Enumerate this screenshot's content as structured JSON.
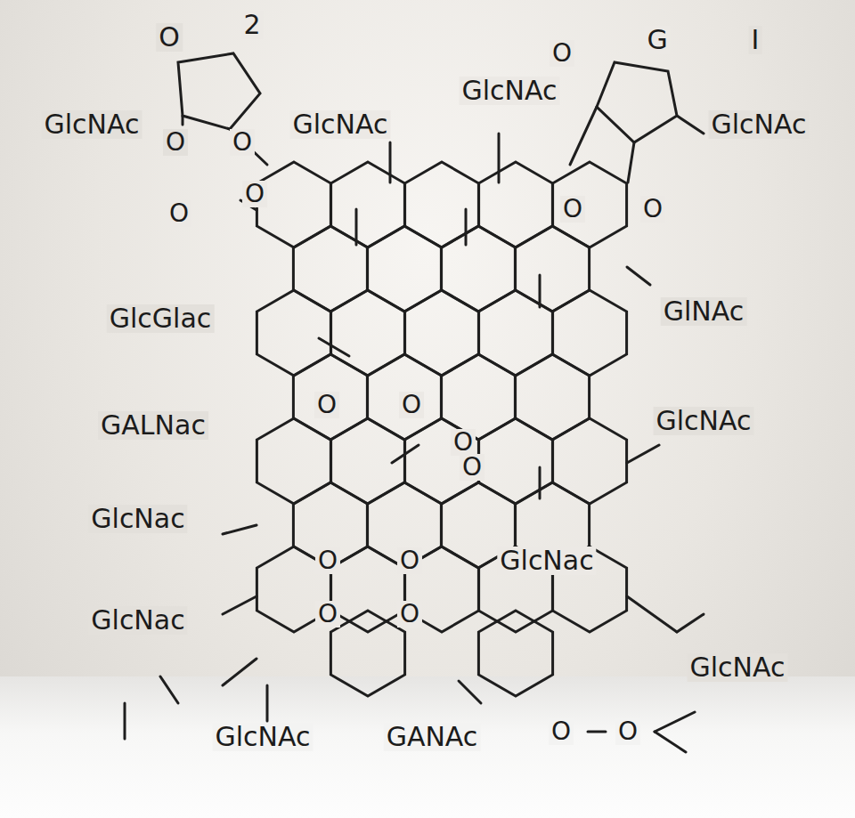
{
  "diagram": {
    "labels": [
      "O",
      "2",
      "GlcNAc",
      "GlcNAc",
      "GlcNAc",
      "O",
      "G",
      "I",
      "GlcNAc",
      "O",
      "O",
      "O",
      "O",
      "O",
      "O",
      "GlcGlac",
      "GlNAc",
      "O",
      "O",
      "O",
      "GALNac",
      "GlcNAc",
      "O",
      "GlcNac",
      "GlcNac",
      "O",
      "O",
      "O",
      "O",
      "GlcNac",
      "GlcNAc",
      "O",
      "O",
      "GlcNAc",
      "GANAc"
    ]
  }
}
